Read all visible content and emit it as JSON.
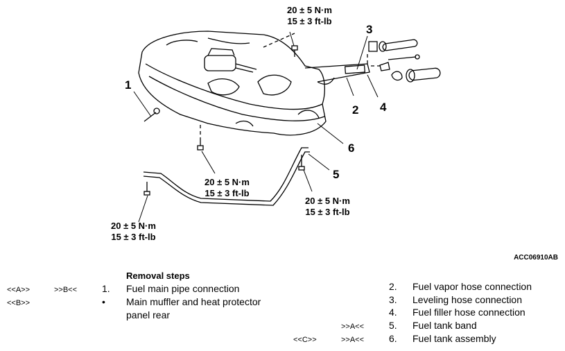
{
  "torques": [
    {
      "nm": "20 ± 5 N·m",
      "ftlb": "15 ± 3 ft-lb"
    },
    {
      "nm": "20 ± 5 N·m",
      "ftlb": "15 ± 3 ft-lb"
    },
    {
      "nm": "20 ± 5 N·m",
      "ftlb": "15 ± 3 ft-lb"
    },
    {
      "nm": "20 ± 5 N·m",
      "ftlb": "15 ± 3 ft-lb"
    }
  ],
  "callouts": [
    "1",
    "2",
    "3",
    "4",
    "5",
    "6"
  ],
  "figure_id": "ACC06910AB",
  "removal": {
    "heading": "Removal steps",
    "left": [
      {
        "code1": "<<A>>",
        "code2": ">>B<<",
        "num": "1.",
        "text": "Fuel main pipe connection"
      },
      {
        "code1": "<<B>>",
        "code2": "",
        "num": "•",
        "text": "Main muffler and heat protector",
        "text2": "panel rear"
      }
    ],
    "right": [
      {
        "code1": "",
        "code2": "",
        "num": "2.",
        "text": "Fuel vapor hose connection"
      },
      {
        "code1": "",
        "code2": "",
        "num": "3.",
        "text": "Leveling hose connection"
      },
      {
        "code1": "",
        "code2": "",
        "num": "4.",
        "text": "Fuel filler hose connection"
      },
      {
        "code1": "",
        "code2": ">>A<<",
        "num": "5.",
        "text": "Fuel tank band"
      },
      {
        "code1": "<<C>>",
        "code2": ">>A<<",
        "num": "6.",
        "text": "Fuel tank assembly"
      }
    ]
  }
}
